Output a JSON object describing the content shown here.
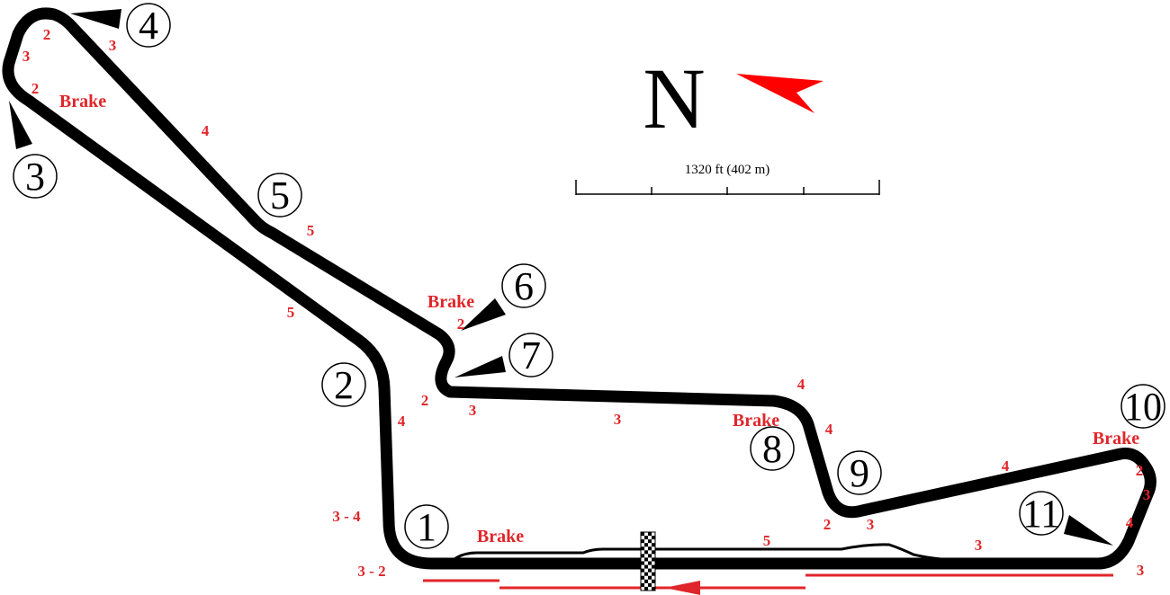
{
  "compass": {
    "label": "N",
    "arrow_color": "#ff0000"
  },
  "scale": {
    "label": "1320 ft (402 m)"
  },
  "turns": [
    "1",
    "2",
    "3",
    "4",
    "5",
    "6",
    "7",
    "8",
    "9",
    "10",
    "11"
  ],
  "gears": [
    "2",
    "3",
    "2",
    "3",
    "4",
    "5",
    "5",
    "2",
    "2",
    "3",
    "4",
    "3",
    "4",
    "3 - 4",
    "3 - 2",
    "5",
    "2",
    "3",
    "4",
    "2",
    "3",
    "4",
    "4",
    "3"
  ],
  "brake_label": "Brake",
  "colors": {
    "track": "#000000",
    "annotation": "#e0262a"
  }
}
